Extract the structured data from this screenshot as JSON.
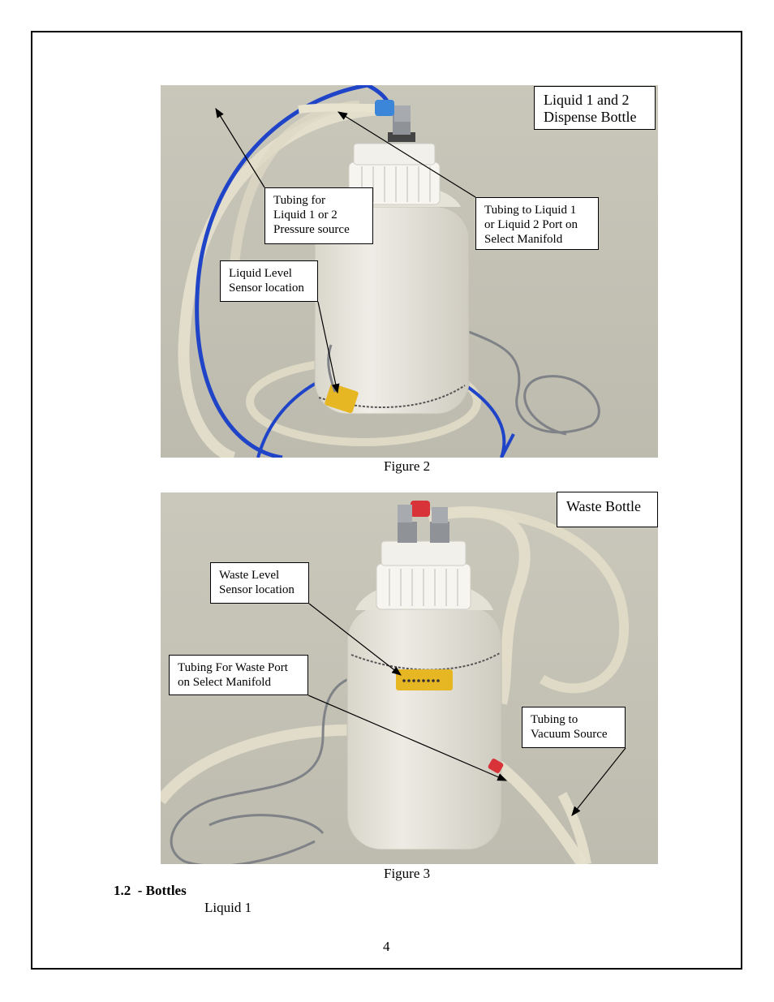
{
  "figure2": {
    "caption": "Figure 2",
    "callouts": {
      "title": "Liquid 1 and 2\nDispense Bottle",
      "pressure_tubing": "Tubing for\nLiquid 1 or 2\nPressure source",
      "manifold_tubing": "Tubing to Liquid 1\nor Liquid 2 Port on\nSelect Manifold",
      "level_sensor": "Liquid Level\nSensor location"
    }
  },
  "figure3": {
    "caption": "Figure 3",
    "callouts": {
      "title": "Waste Bottle",
      "waste_sensor": "Waste Level\nSensor location",
      "waste_port_tubing": "Tubing For Waste Port\non Select Manifold",
      "vacuum_tubing": "Tubing to\nVacuum Source"
    }
  },
  "section": {
    "number": "1.2",
    "title": "- Bottles",
    "body": "Liquid 1"
  },
  "page_number": "4",
  "colors": {
    "photo_background": "#c8c6b7",
    "bottle": "#e9e6dc",
    "cap": "#f6f5f0",
    "blue_tubing": "#1f44c8",
    "clear_tubing": "#e8e3cf",
    "grey_cable": "#7f8286",
    "sensor_yellow": "#e6b623",
    "red_fitting": "#d9333a",
    "blue_fitting": "#3b86d8"
  }
}
